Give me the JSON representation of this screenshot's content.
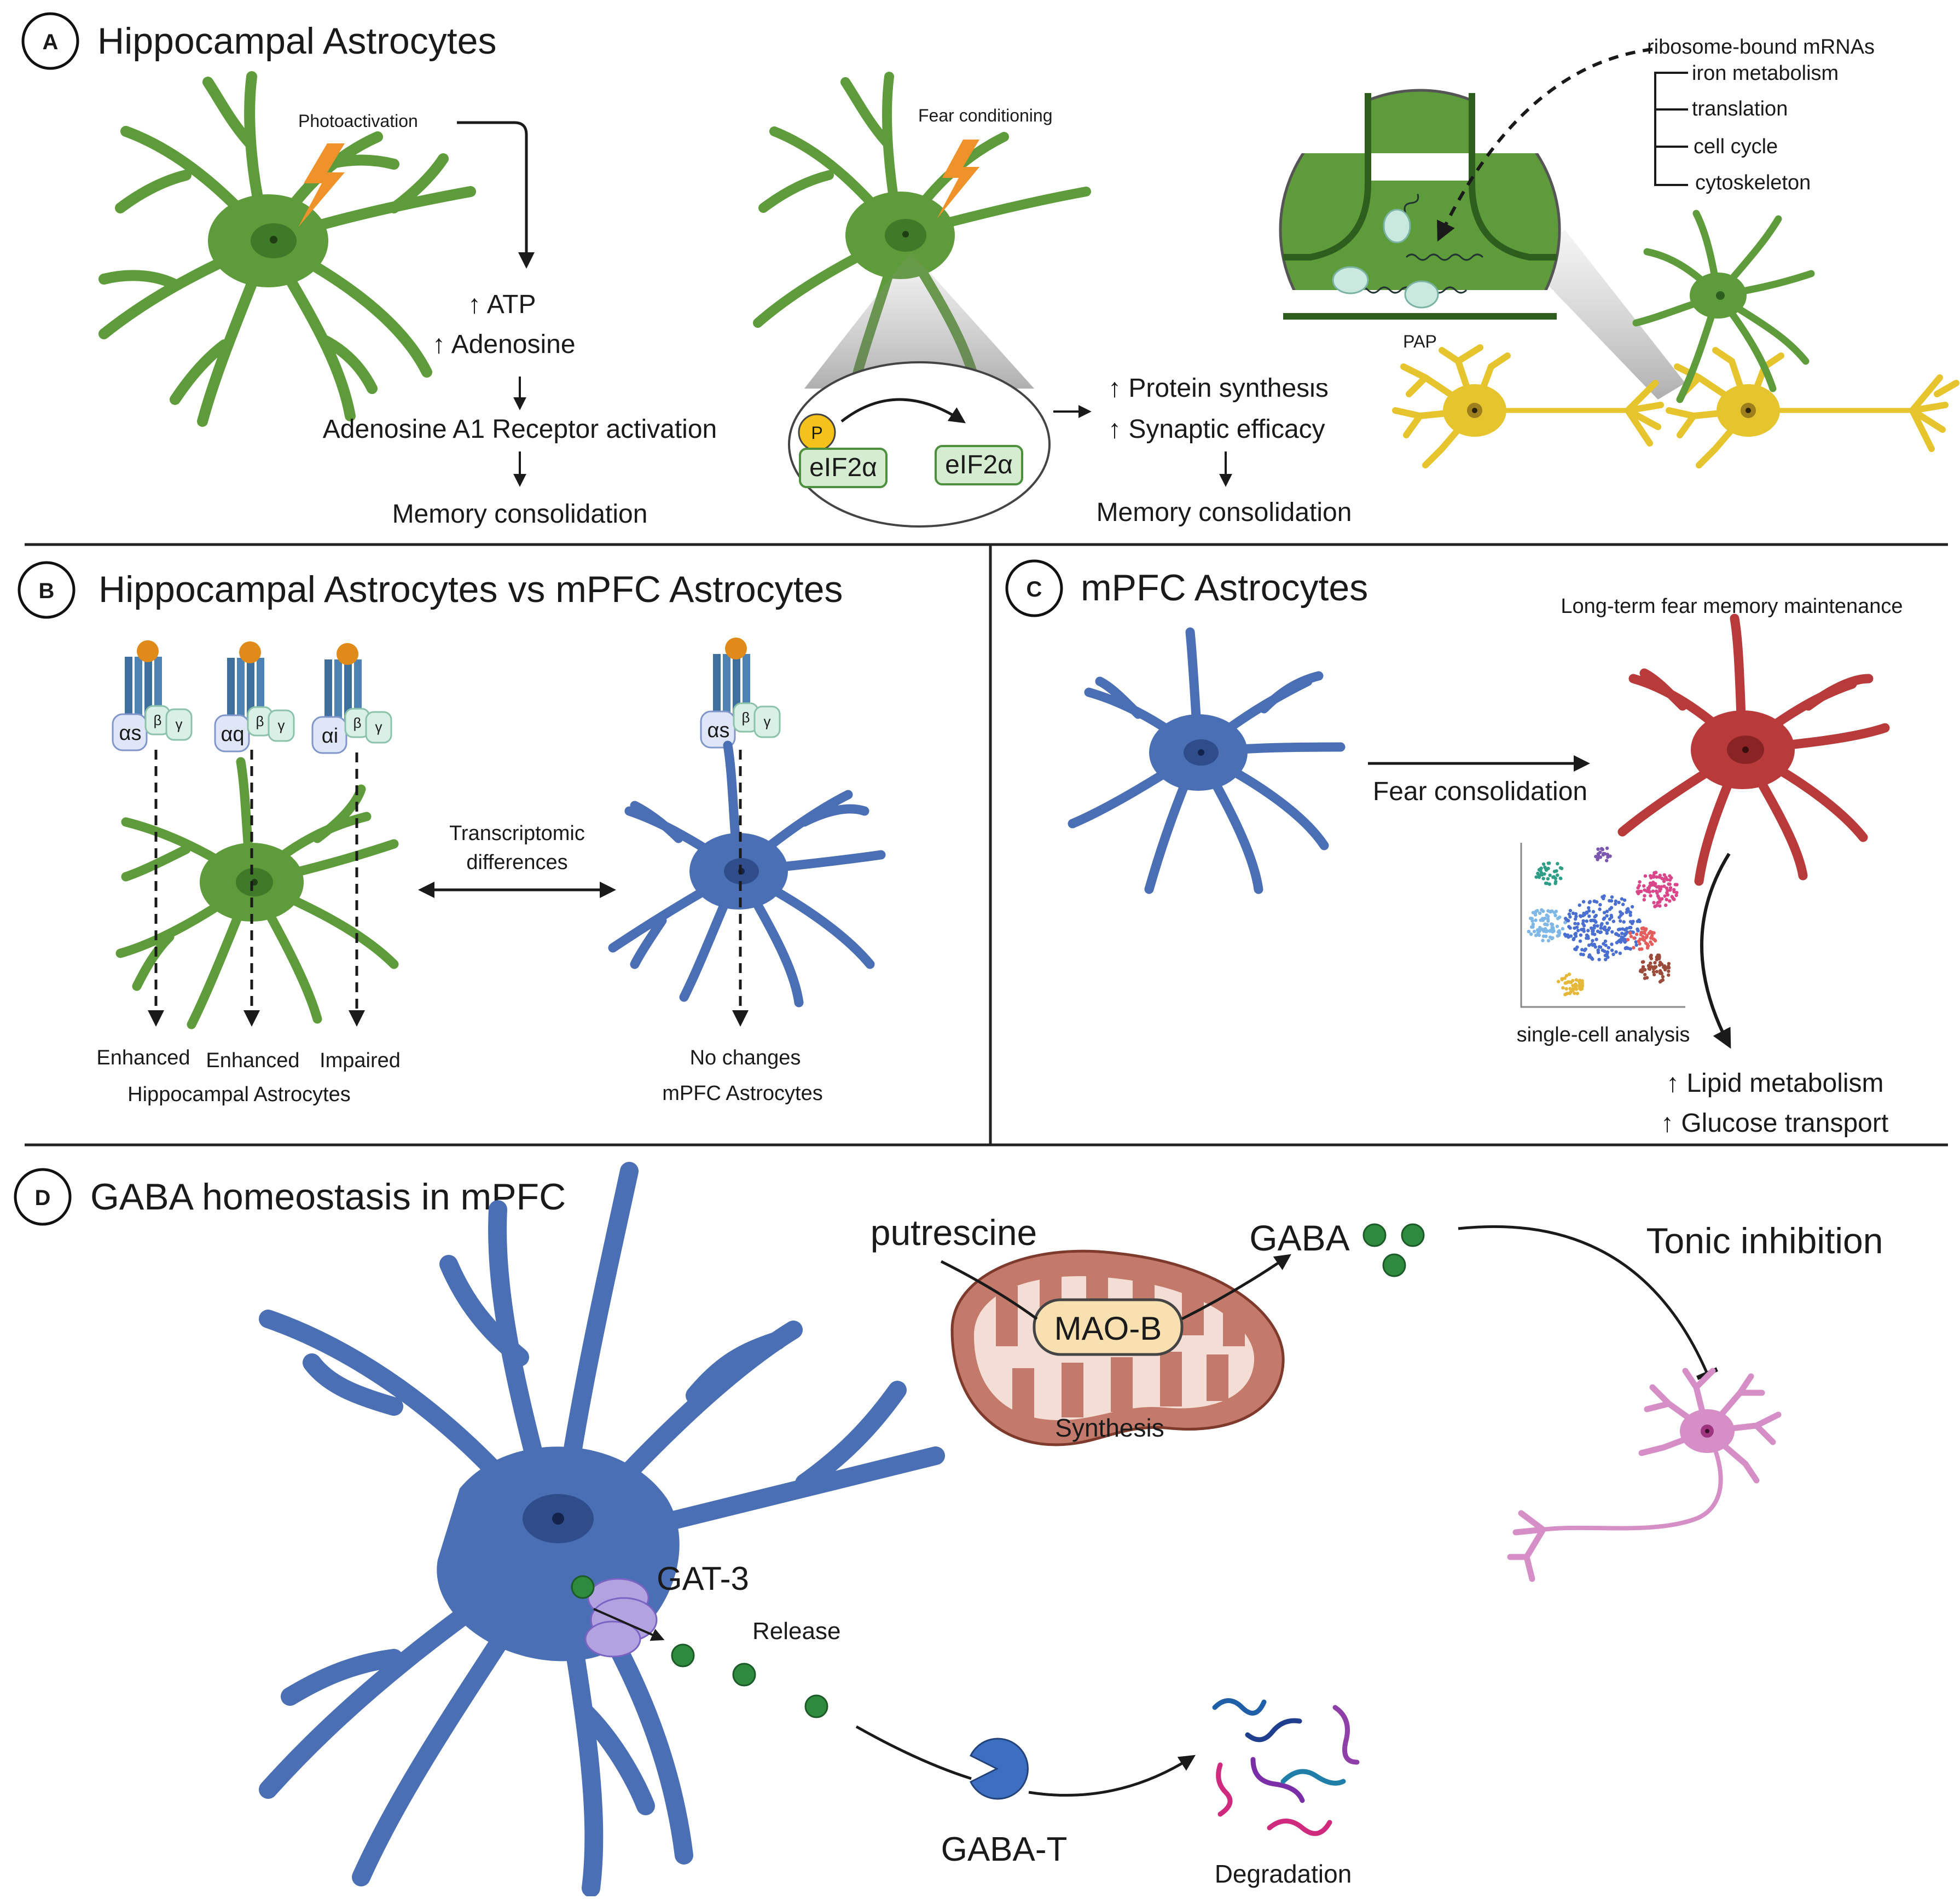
{
  "panels": {
    "a": {
      "letter": "A",
      "title": "Hippocampal Astrocytes",
      "photoactivation": "Photoactivation",
      "atp": "↑  ATP",
      "adenosine": "↑  Adenosine",
      "a1_activation": "Adenosine A1 Receptor activation",
      "memory_left": "Memory consolidation",
      "fear_conditioning": "Fear conditioning",
      "p_badge": "P",
      "eif_phos": "eIF2α",
      "eif_dephos": "eIF2α",
      "protein_synthesis": "↑  Protein synthesis",
      "synaptic_efficacy": "↑  Synaptic efficacy",
      "memory_right": "Memory consolidation",
      "ribosome_title": "ribosome-bound mRNAs",
      "ribosome_items": [
        "iron metabolism",
        "translation",
        "cell cycle",
        "cytoskeleton"
      ],
      "pap": "PAP"
    },
    "b": {
      "letter": "B",
      "title": "Hippocampal Astrocytes vs mPFC Astrocytes",
      "gproteins": [
        {
          "alpha": "αs",
          "beta": "β",
          "gamma": "γ"
        },
        {
          "alpha": "αq",
          "beta": "β",
          "gamma": "γ"
        },
        {
          "alpha": "αi",
          "beta": "β",
          "gamma": "γ"
        },
        {
          "alpha": "αs",
          "beta": "β",
          "gamma": "γ"
        }
      ],
      "transcriptomic_1": "Transcriptomic",
      "transcriptomic_2": "differences",
      "outcomes": [
        "Enhanced",
        "Enhanced",
        "Impaired"
      ],
      "hippo_label": "Hippocampal Astrocytes",
      "no_changes": "No changes",
      "mpfc_label": "mPFC Astrocytes"
    },
    "c": {
      "letter": "C",
      "title": "mPFC Astrocytes",
      "long_term": "Long-term fear memory maintenance",
      "fear_consolidation": "Fear consolidation",
      "single_cell": "single-cell analysis",
      "lipid": "↑  Lipid metabolism",
      "glucose": "↑  Glucose transport"
    },
    "d": {
      "letter": "D",
      "title": "GABA homeostasis in mPFC",
      "putrescine": "putrescine",
      "maob": "MAO-B",
      "synthesis": "Synthesis",
      "gaba": "GABA",
      "tonic": "Tonic inhibition",
      "gat3": "GAT-3",
      "release": "Release",
      "gabat": "GABA-T",
      "degradation": "Degradation"
    }
  },
  "colors": {
    "hippocampal_astrocyte": "#5e9b3a",
    "mpfc_astrocyte": "#4a6fb5",
    "fear_astrocyte": "#b83a3a",
    "neuron": "#e5c42e",
    "inhibited_neuron": "#d58fc6",
    "gaba": "#2e8b3e",
    "gpcr": "#3f6f9c",
    "lightning": "#f0922a",
    "mitochondrion": "#c47a6a"
  }
}
